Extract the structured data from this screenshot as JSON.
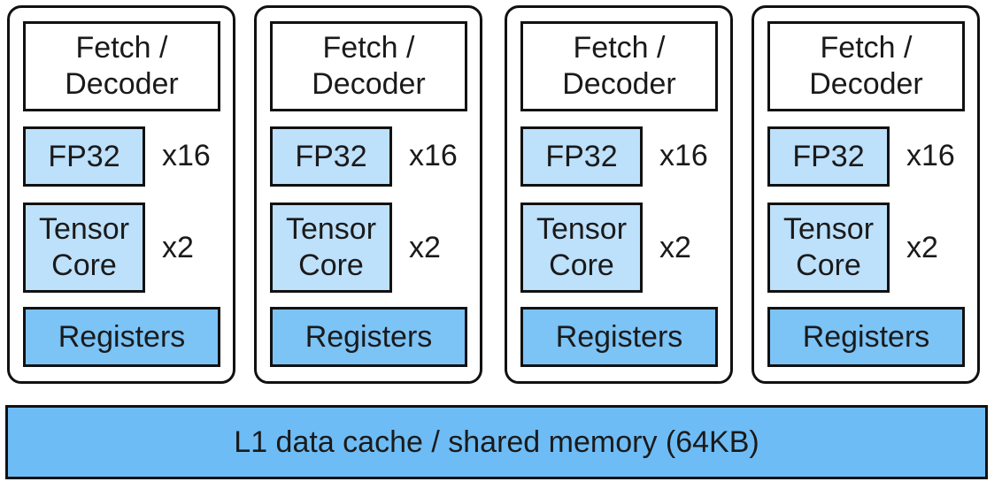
{
  "colors": {
    "fp32_fill": "#bde0fb",
    "tensor_fill": "#bde0fb",
    "registers_fill": "#7cc3f6",
    "l1_fill": "#6ebcf5",
    "border": "#111111"
  },
  "units": [
    {
      "fetch_line1": "Fetch /",
      "fetch_line2": "Decoder",
      "fp32_label": "FP32",
      "fp32_mult": "x16",
      "tensor_line1": "Tensor",
      "tensor_line2": "Core",
      "tensor_mult": "x2",
      "registers_label": "Registers"
    },
    {
      "fetch_line1": "Fetch /",
      "fetch_line2": "Decoder",
      "fp32_label": "FP32",
      "fp32_mult": "x16",
      "tensor_line1": "Tensor",
      "tensor_line2": "Core",
      "tensor_mult": "x2",
      "registers_label": "Registers"
    },
    {
      "fetch_line1": "Fetch /",
      "fetch_line2": "Decoder",
      "fp32_label": "FP32",
      "fp32_mult": "x16",
      "tensor_line1": "Tensor",
      "tensor_line2": "Core",
      "tensor_mult": "x2",
      "registers_label": "Registers"
    },
    {
      "fetch_line1": "Fetch /",
      "fetch_line2": "Decoder",
      "fp32_label": "FP32",
      "fp32_mult": "x16",
      "tensor_line1": "Tensor",
      "tensor_line2": "Core",
      "tensor_mult": "x2",
      "registers_label": "Registers"
    }
  ],
  "l1_cache": {
    "label": "L1 data cache / shared memory (64KB)"
  }
}
